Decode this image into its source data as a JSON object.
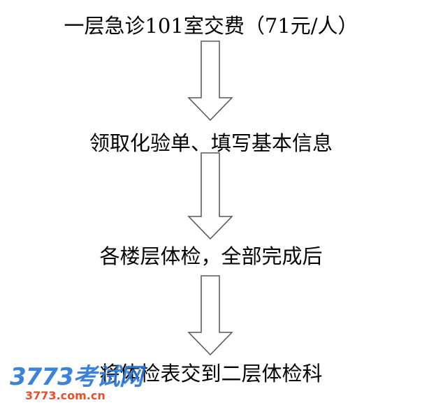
{
  "steps": [
    "一层急诊101室交费（71元/人）",
    "领取化验单、填写基本信息",
    "各楼层体检，全部完成后",
    "将体检表交到二层体检科"
  ],
  "watermark": {
    "logo": "3773考试网",
    "url": "3773.com.cn"
  }
}
